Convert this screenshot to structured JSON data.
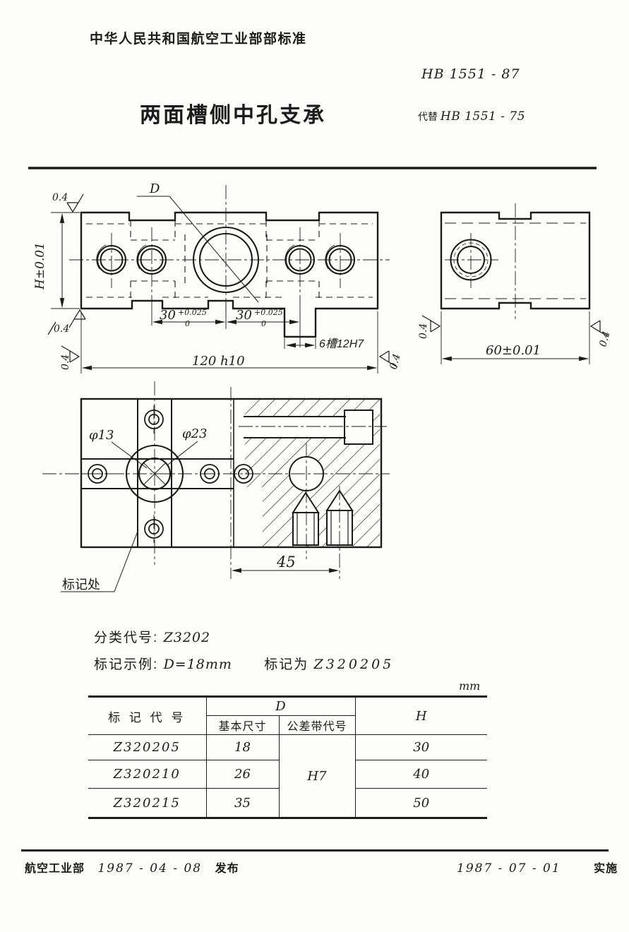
{
  "header": {
    "standard_org": "中华人民共和国航空工业部部标准",
    "standard_number": "HB 1551 - 87",
    "title": "两面槽侧中孔支承",
    "replaces_label": "代替",
    "replaces_number": "HB 1551 - 75"
  },
  "views": {
    "front": {
      "d_label": "D",
      "height_dim": "H±0.01",
      "finish_top": "0.4",
      "finish_bottom": "0.4",
      "finish_len_left": "0.4",
      "finish_len_right": "0.4",
      "dim30_left": {
        "main": "30",
        "sup": "+0.025",
        "sub": "0"
      },
      "dim30_right": {
        "main": "30",
        "sup": "+0.025",
        "sub": "0"
      },
      "slot_label": "6槽12H7",
      "length_dim": "120 h10"
    },
    "side": {
      "width_dim": "60±0.01",
      "finish_left": "0.4",
      "finish_right": "0.4"
    },
    "plan": {
      "hole_small": "φ13",
      "hole_large": "φ23",
      "dim45": "45",
      "marking_label": "标记处"
    }
  },
  "classification": {
    "class_label": "分类代号:",
    "class_code": "Z3202",
    "example_label": "标记示例:",
    "example_value": "D=18mm",
    "mark_as_label": "标记为",
    "mark_code": "Z320205"
  },
  "table": {
    "unit": "mm",
    "headers": {
      "code": "标 记 代 号",
      "d": "D",
      "d_basic": "基本尺寸",
      "d_tol": "公差带代号",
      "h": "H"
    },
    "tolerance_zone": "H7",
    "rows": [
      {
        "code": "Z320205",
        "basic": "18",
        "h": "30"
      },
      {
        "code": "Z320210",
        "basic": "26",
        "h": "40"
      },
      {
        "code": "Z320215",
        "basic": "35",
        "h": "50"
      }
    ]
  },
  "footer": {
    "issuer": "航空工业部",
    "issue_date": "1987 - 04 - 08",
    "issue_label": "发布",
    "impl_date": "1987 - 07 - 01",
    "impl_label": "实施"
  }
}
